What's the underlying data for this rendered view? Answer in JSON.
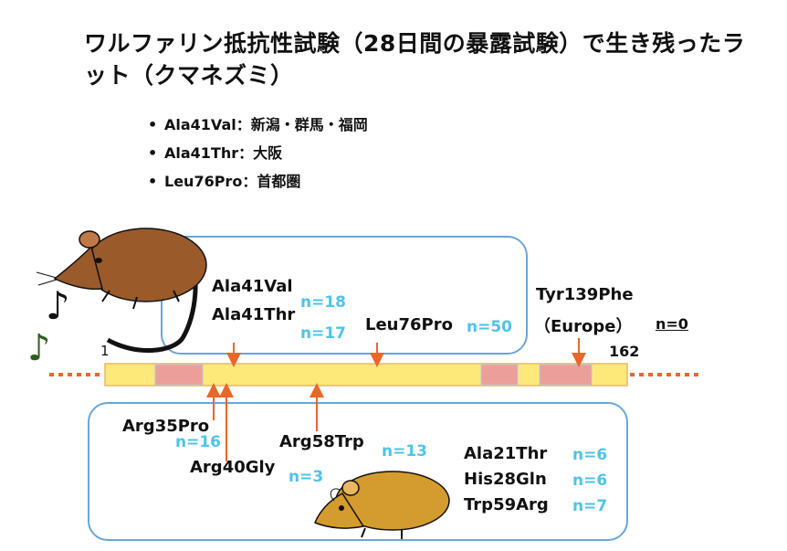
{
  "title": "ワルファリン抵抗性試験（28日間の暴露試験）で生き残ったラット（クマネズミ）",
  "bullets": [
    {
      "marker": "•",
      "text": "Ala41Val：新潟・群馬・福岡"
    },
    {
      "marker": "•",
      "text": "Ala41Thr：大阪"
    },
    {
      "marker": "•",
      "text": "Leu76Pro：首都圏"
    }
  ],
  "protein": {
    "start": "1",
    "end": "162"
  },
  "top_mutations": {
    "ala41val": {
      "label": "Ala41Val",
      "n": "n=18"
    },
    "ala41thr": {
      "label": "Ala41Thr",
      "n": "n=17"
    },
    "leu76pro": {
      "label": "Leu76Pro",
      "n": "n=50"
    },
    "tyr139phe": {
      "label": "Tyr139Phe",
      "sub": "（Europe）",
      "n": "n=0"
    }
  },
  "bottom_mutations": {
    "arg35pro": {
      "label": "Arg35Pro",
      "n": "n=16"
    },
    "arg40gly": {
      "label": "Arg40Gly",
      "n": "n=3"
    },
    "arg58trp": {
      "label": "Arg58Trp",
      "n": "n=13"
    },
    "ala21thr": {
      "label": "Ala21Thr",
      "n": "n=6"
    },
    "his28gln": {
      "label": "His28Gln",
      "n": "n=6"
    },
    "trp59arg": {
      "label": "Trp59Arg",
      "n": "n=7"
    }
  },
  "decor": {
    "note_icon": "♪"
  },
  "colors": {
    "bar": "#fde97a",
    "segment": "#ec9f9a",
    "arrow": "#e8672a",
    "count": "#4fc3e8",
    "box": "#6aa5d8"
  }
}
